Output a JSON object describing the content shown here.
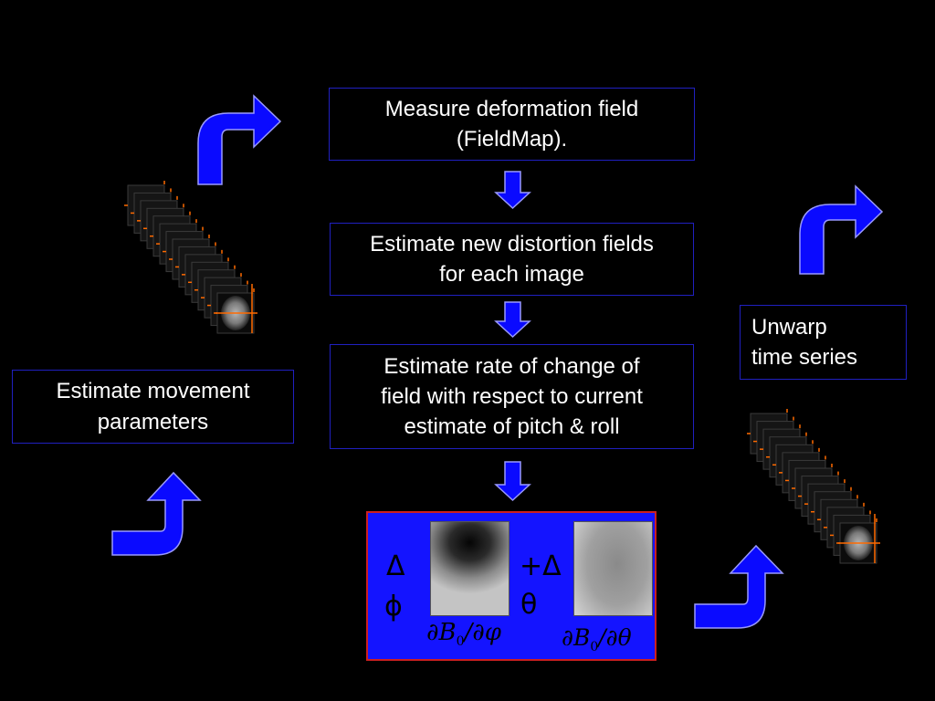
{
  "steps": {
    "fieldmap": [
      "Measure deformation field",
      "(FieldMap)."
    ],
    "distortion": [
      "Estimate new distortion fields",
      "for each image"
    ],
    "rate": [
      "Estimate rate of change of",
      "field with respect to current",
      "estimate of pitch & roll"
    ],
    "movement": [
      "Estimate movement",
      "parameters"
    ],
    "unwarp": [
      "Unwarp",
      "time series"
    ]
  },
  "equation": {
    "delta_phi": [
      "Δ",
      "ϕ"
    ],
    "plus_delta_theta": [
      "+Δ",
      "θ"
    ],
    "formula_phi": {
      "partial": "∂",
      "var": "B",
      "sub": "0",
      "slash": "/∂",
      "wrt": "φ"
    },
    "formula_theta": {
      "partial": "∂",
      "var": "B",
      "sub": "0",
      "slash": "/∂",
      "wrt": "θ"
    }
  },
  "colors": {
    "arrow": "#0a0aff",
    "panel": "#1414ff",
    "box_border": "#2020c0",
    "crosshair": "#ff6a00"
  },
  "icons": [
    "curved-arrow-icon",
    "down-arrow-icon",
    "brain-volume-stack-icon"
  ]
}
